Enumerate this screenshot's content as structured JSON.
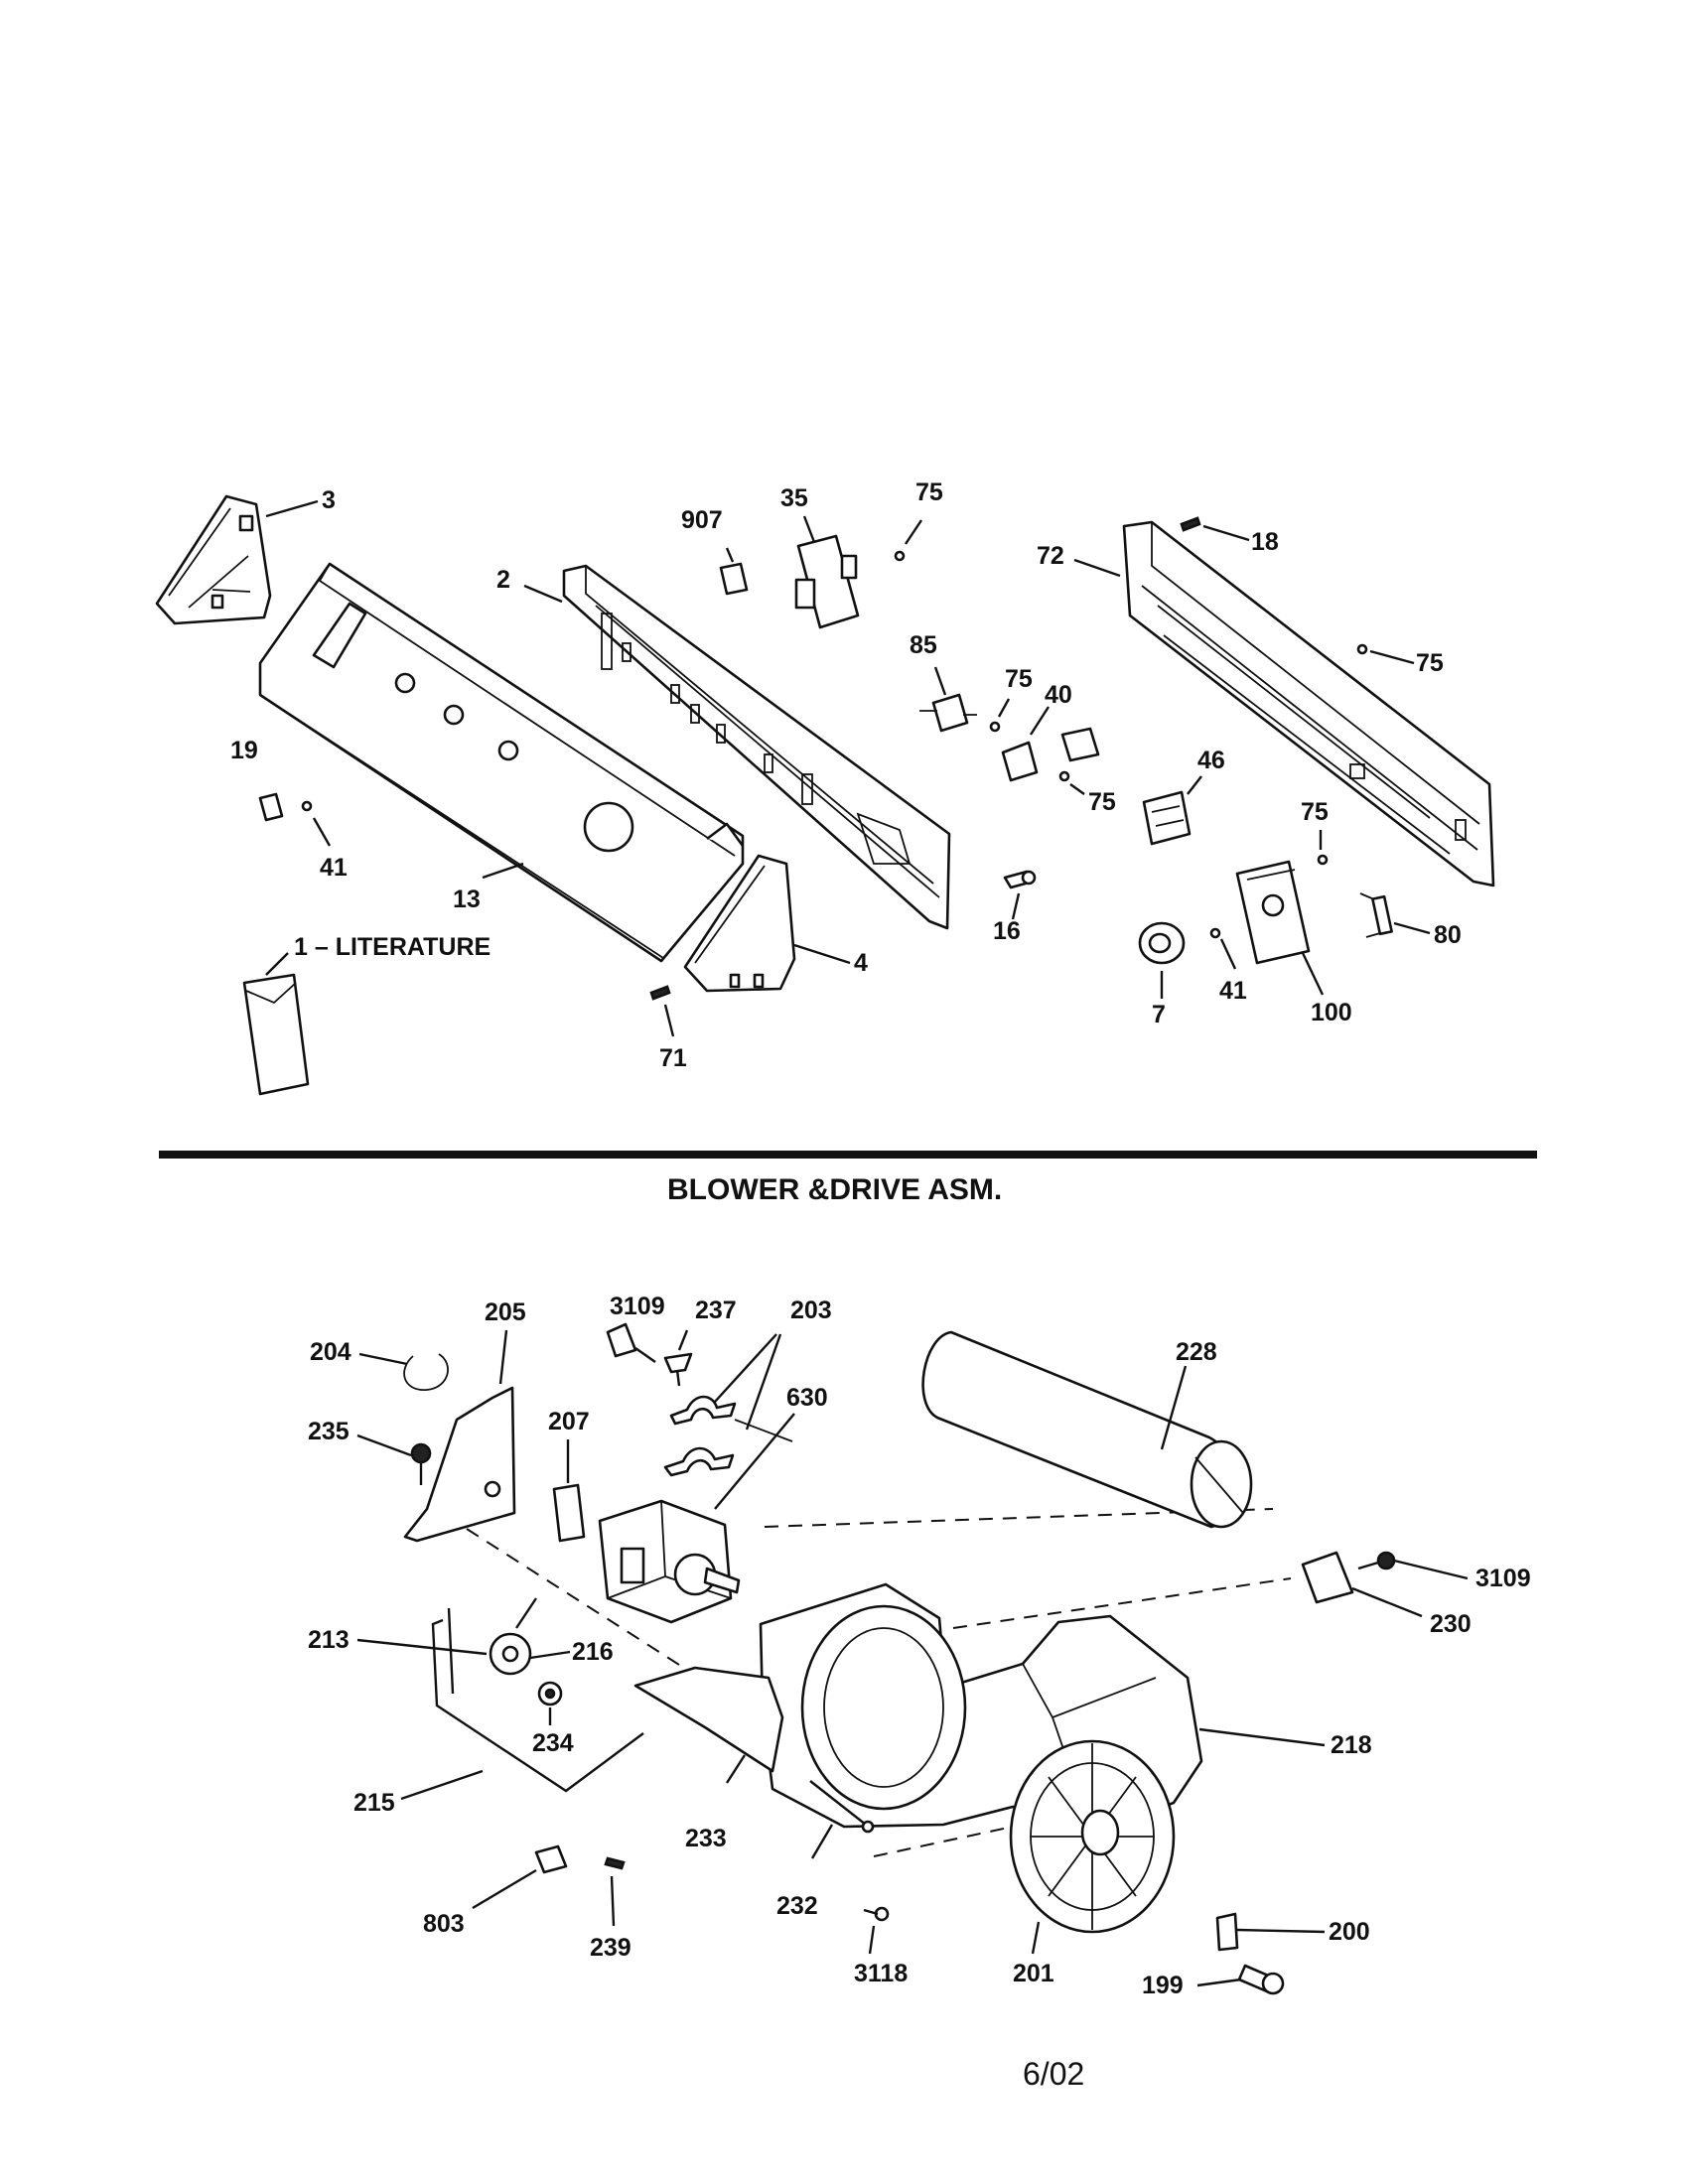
{
  "section_title": "BLOWER &DRIVE ASM.",
  "footer_date": "6/02",
  "upper_callouts": {
    "c3": "3",
    "c907": "907",
    "c35": "35",
    "c75a": "75",
    "c2": "2",
    "c72": "72",
    "c18": "18",
    "c75b": "75",
    "c85": "85",
    "c75c": "75",
    "c40": "40",
    "c19": "19",
    "c75d": "75",
    "c46": "46",
    "c41a": "41",
    "c13": "13",
    "c75e": "75",
    "c literature": "1 – LITERATURE",
    "c16": "16",
    "c80": "80",
    "c4": "4",
    "c41b": "41",
    "c100": "100",
    "c7": "7",
    "c71": "71"
  },
  "lower_callouts": {
    "c3109a": "3109",
    "c237": "237",
    "c203": "203",
    "c205": "205",
    "c204": "204",
    "c228": "228",
    "c630": "630",
    "c207": "207",
    "c235": "235",
    "c3109b": "3109",
    "c230": "230",
    "c213": "213",
    "c216": "216",
    "c218": "218",
    "c234": "234",
    "c215": "215",
    "c233": "233",
    "c232": "232",
    "c803": "803",
    "c239": "239",
    "c3118": "3118",
    "c201": "201",
    "c200": "200",
    "c199": "199"
  }
}
